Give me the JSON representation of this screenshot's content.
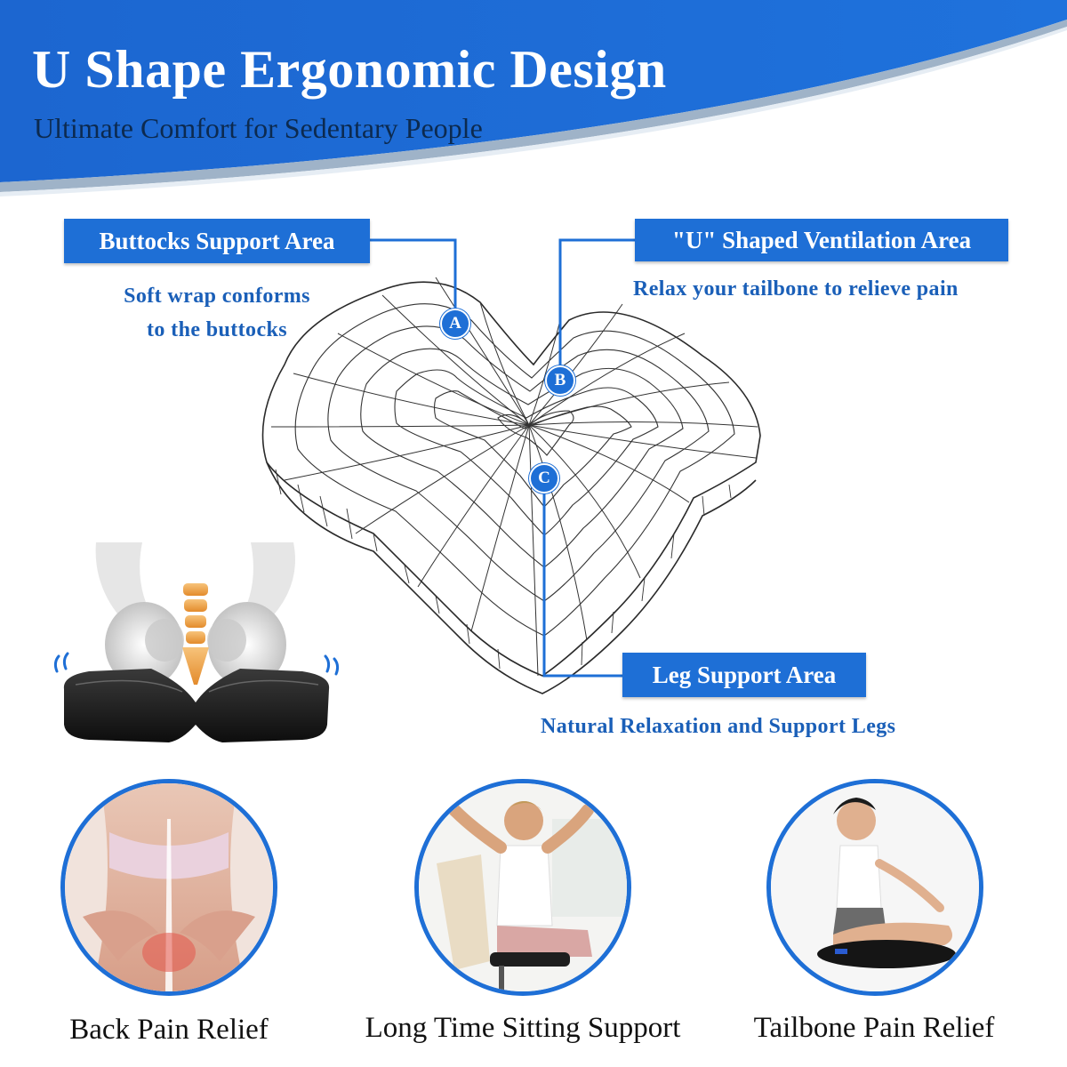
{
  "header": {
    "title": "U Shape Ergonomic Design",
    "subtitle": "Ultimate Comfort for Sedentary People"
  },
  "callouts": [
    {
      "letter": "A",
      "label": "Buttocks Support Area",
      "description_lines": [
        "Soft wrap conforms",
        "to the buttocks"
      ]
    },
    {
      "letter": "B",
      "label": "\"U\" Shaped Ventilation Area",
      "description_lines": [
        "Relax your tailbone to relieve pain"
      ]
    },
    {
      "letter": "C",
      "label": "Leg Support Area",
      "description_lines": [
        "Natural Relaxation and Support Legs"
      ]
    }
  ],
  "features": [
    {
      "label": "Back Pain Relief",
      "icon": "back-pain-photo"
    },
    {
      "label": "Long Time Sitting Support",
      "icon": "office-sitting-photo"
    },
    {
      "label": "Tailbone Pain Relief",
      "icon": "meditation-photo"
    }
  ],
  "colors": {
    "brand_blue": "#1e6fd6",
    "caption_blue": "#1a5fb8",
    "banner_dark": "#0c2a4f"
  }
}
